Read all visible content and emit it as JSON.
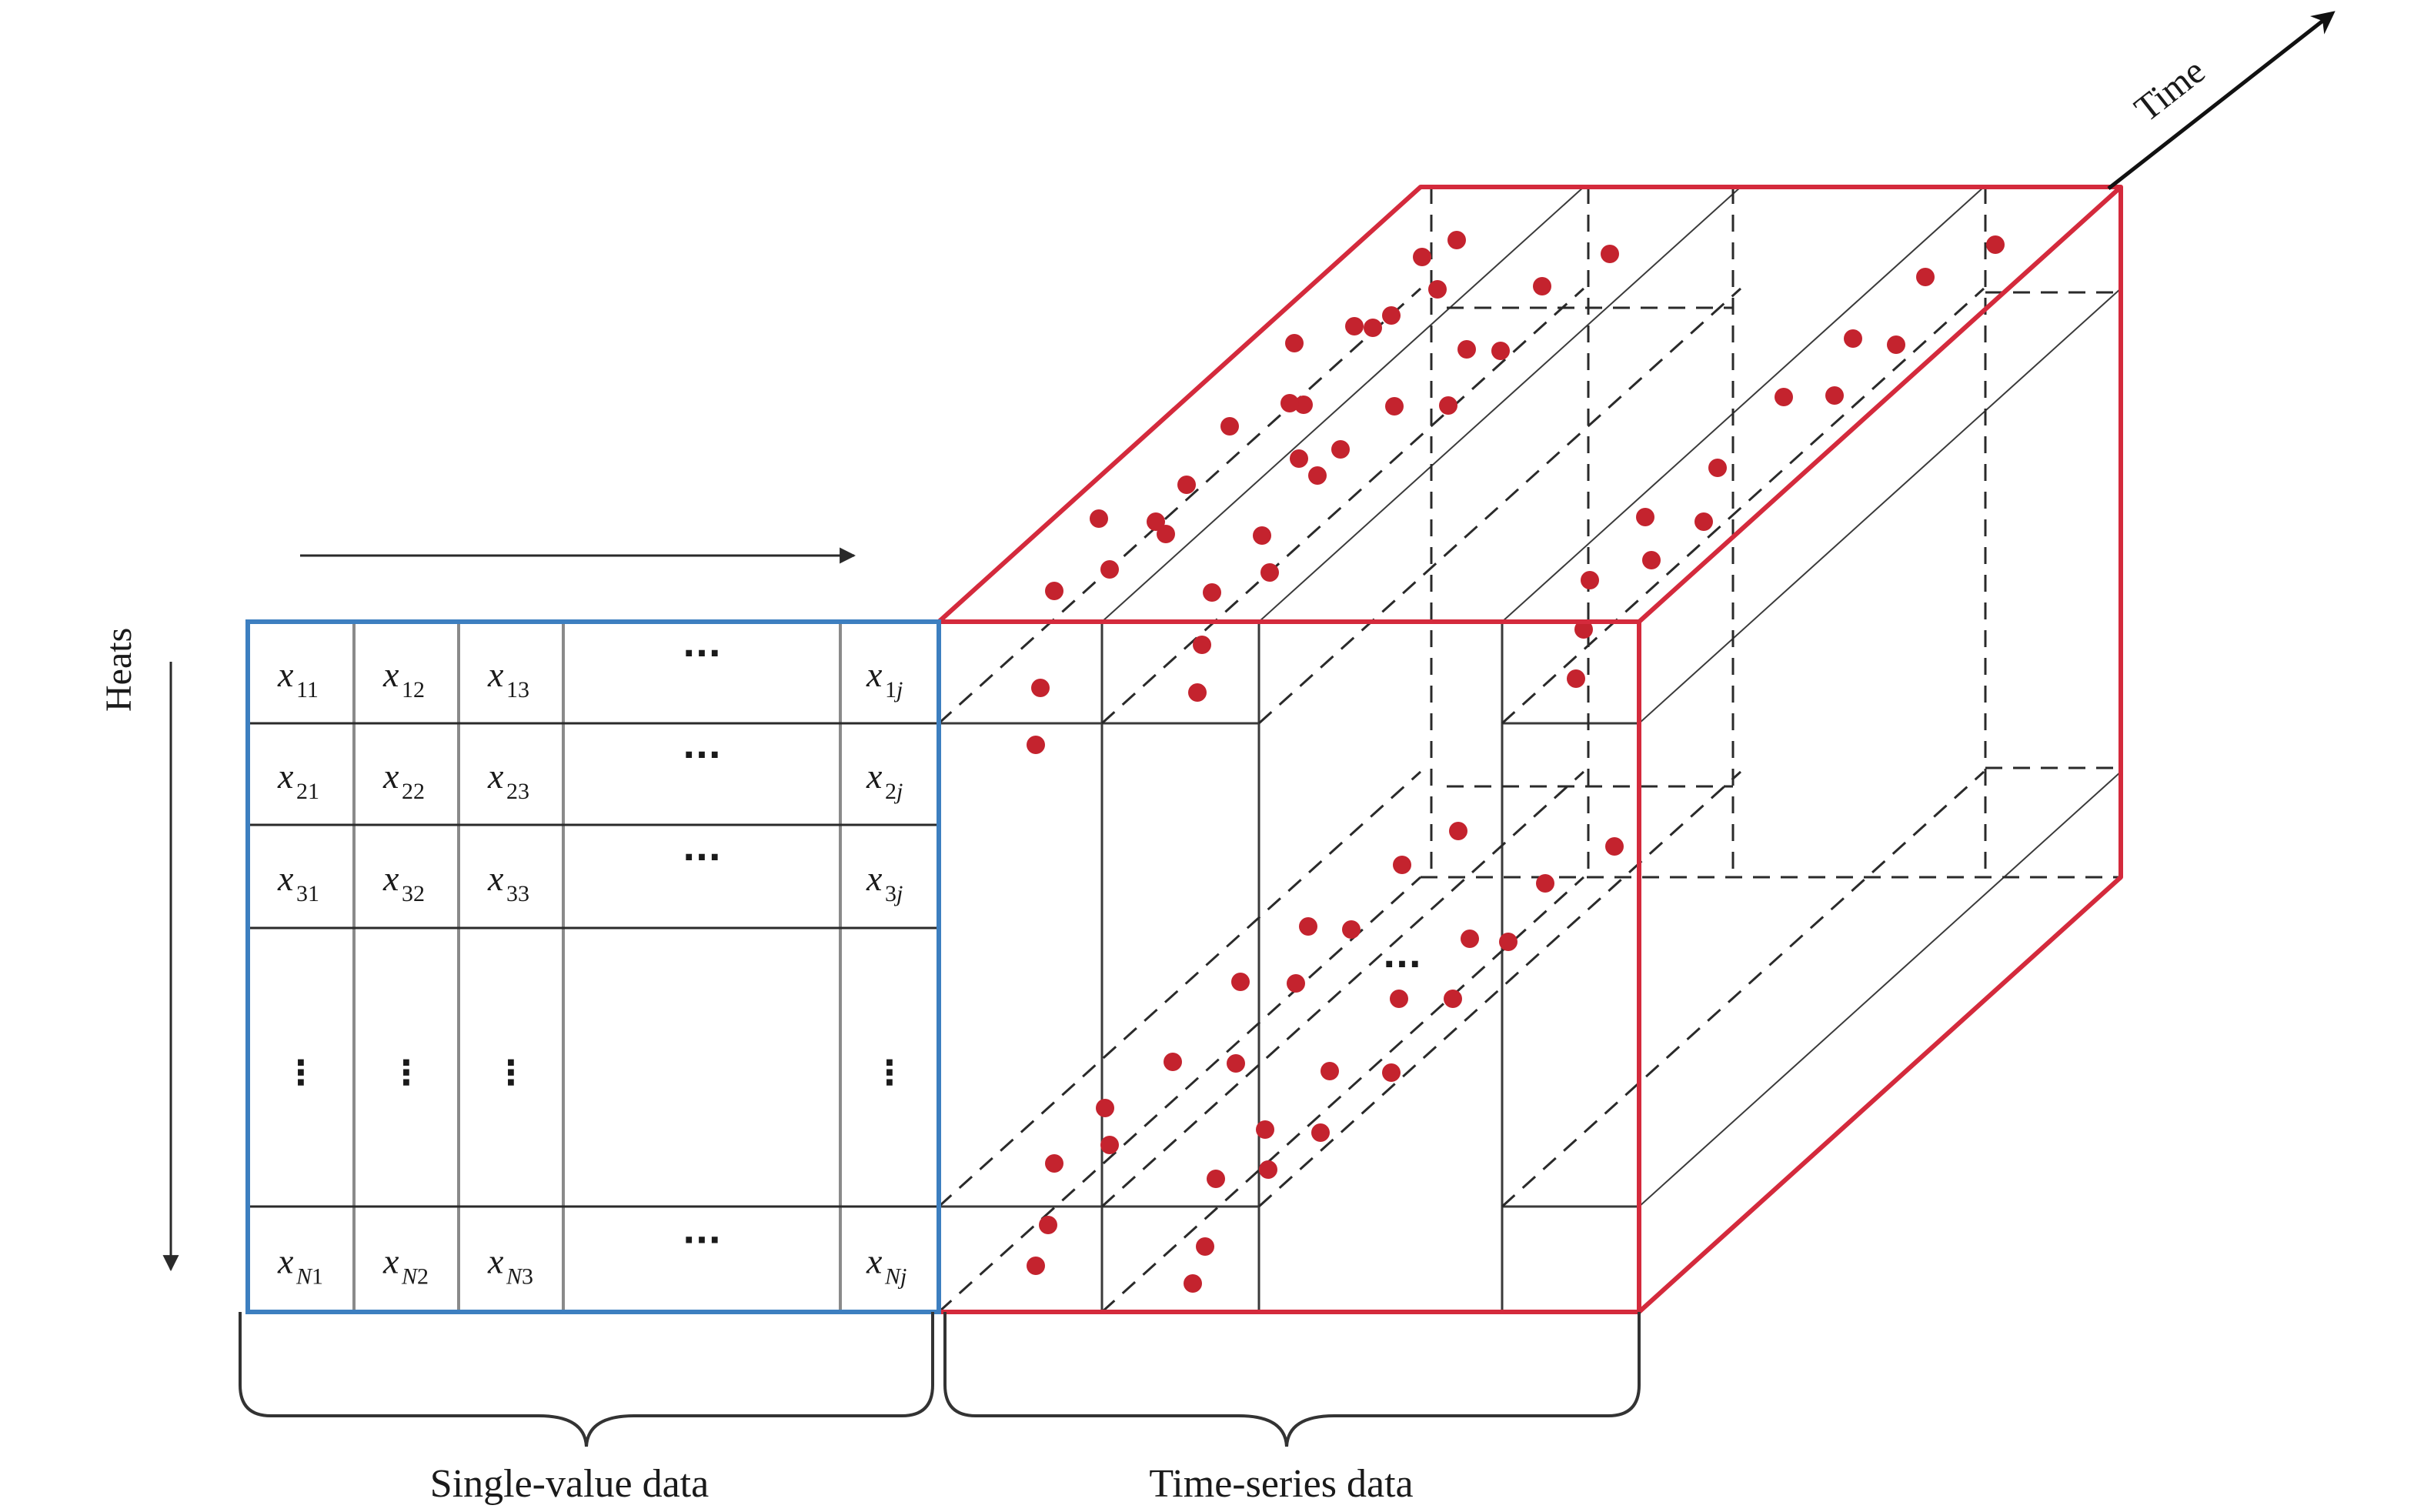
{
  "labels": {
    "heats": "Heats",
    "time": "Time",
    "single_value": "Single-value data",
    "time_series": "Time-series data"
  },
  "colors": {
    "table_border": "#3d7fc0",
    "cube_border": "#d42a3c",
    "point": "#c4232e",
    "line": "#2a2a2a"
  },
  "table": {
    "rows": [
      [
        {
          "v": "x",
          "s": "11"
        },
        {
          "v": "x",
          "s": "12"
        },
        {
          "v": "x",
          "s": "13"
        },
        {
          "dots": "···"
        },
        {
          "v": "x",
          "s": "1",
          "si": "j"
        }
      ],
      [
        {
          "v": "x",
          "s": "21"
        },
        {
          "v": "x",
          "s": "22"
        },
        {
          "v": "x",
          "s": "23"
        },
        {
          "dots": "···"
        },
        {
          "v": "x",
          "s": "2",
          "si": "j"
        }
      ],
      [
        {
          "v": "x",
          "s": "31"
        },
        {
          "v": "x",
          "s": "32"
        },
        {
          "v": "x",
          "s": "33"
        },
        {
          "dots": "···"
        },
        {
          "v": "x",
          "s": "3",
          "si": "j"
        }
      ],
      [
        {
          "vdots": "⋮"
        },
        {
          "vdots": "⋮"
        },
        {
          "vdots": "⋮"
        },
        {
          "dots": ""
        },
        {
          "vdots": "⋮"
        }
      ],
      [
        {
          "v": "x",
          "s": "",
          "si": "N",
          "s2": "1"
        },
        {
          "v": "x",
          "s": "",
          "si": "N",
          "s2": "2"
        },
        {
          "v": "x",
          "s": "",
          "si": "N",
          "s2": "3"
        },
        {
          "dots": "···"
        },
        {
          "v": "x",
          "s": "",
          "si": "Nj"
        }
      ]
    ]
  },
  "cube_ellipsis": "···"
}
